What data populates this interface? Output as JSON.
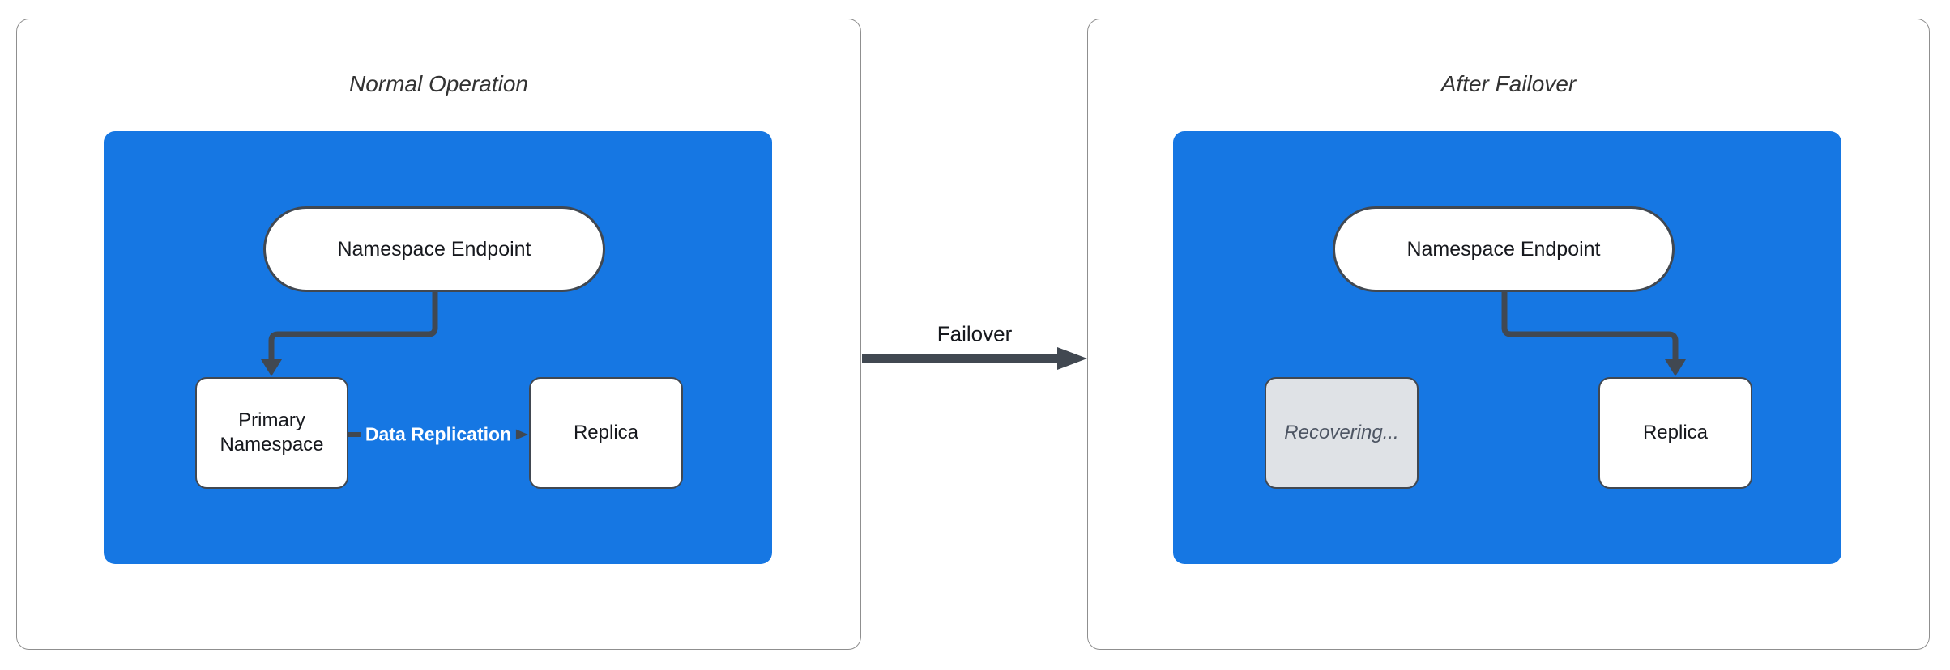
{
  "colors": {
    "blue": "#1677E3",
    "connector": "#414851",
    "node_border": "#414851",
    "panel_border": "#8F8F8F",
    "recovering_bg": "#DFE2E6",
    "recovering_text": "#4D5563",
    "title_text": "#333333",
    "node_text": "#16181D"
  },
  "left_panel": {
    "title": "Normal Operation",
    "endpoint_label": "Namespace Endpoint",
    "primary_label": "Primary Namespace",
    "replica_label": "Replica",
    "replication_label": "Data Replication"
  },
  "right_panel": {
    "title": "After Failover",
    "endpoint_label": "Namespace Endpoint",
    "recovering_label": "Recovering...",
    "replica_label": "Replica"
  },
  "failover": {
    "label": "Failover"
  }
}
